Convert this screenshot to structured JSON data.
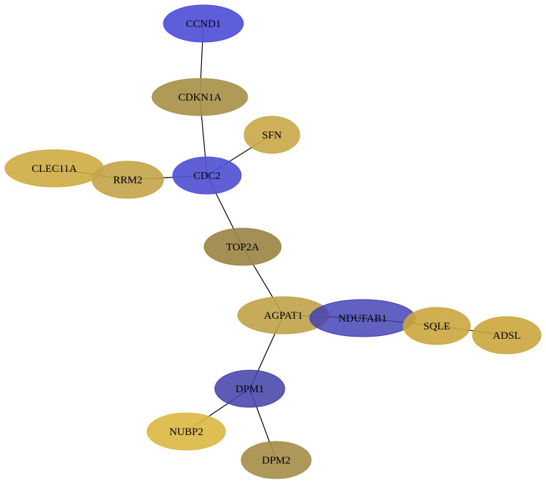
{
  "nodes": [
    {
      "id": "CCND1",
      "label": "CCND1",
      "color": "#5050d8",
      "opacity": 0.92
    },
    {
      "id": "CDKN1A",
      "label": "CDKN1A",
      "color": "#a8914a",
      "opacity": 0.92
    },
    {
      "id": "SFN",
      "label": "SFN",
      "color": "#c9a94a",
      "opacity": 0.92
    },
    {
      "id": "CLEC11A",
      "label": "CLEC11A",
      "color": "#cea93e",
      "opacity": 0.88
    },
    {
      "id": "RRM2",
      "label": "RRM2",
      "color": "#c4a448",
      "opacity": 0.9
    },
    {
      "id": "CDC2",
      "label": "CDC2",
      "color": "#5353d2",
      "opacity": 0.92
    },
    {
      "id": "TOP2A",
      "label": "TOP2A",
      "color": "#9c8646",
      "opacity": 0.92
    },
    {
      "id": "AGPAT1",
      "label": "AGPAT1",
      "color": "#c0a248",
      "opacity": 0.9
    },
    {
      "id": "NDUFAB1",
      "label": "NDUFAB1",
      "color": "#3e3eb4",
      "opacity": 0.82
    },
    {
      "id": "SQLE",
      "label": "SQLE",
      "color": "#cba63e",
      "opacity": 0.9
    },
    {
      "id": "ADSL",
      "label": "ADSL",
      "color": "#cba63e",
      "opacity": 0.9
    },
    {
      "id": "DPM1",
      "label": "DPM1",
      "color": "#4646aa",
      "opacity": 0.88
    },
    {
      "id": "NUBP2",
      "label": "NUBP2",
      "color": "#dcb845",
      "opacity": 0.92
    },
    {
      "id": "DPM2",
      "label": "DPM2",
      "color": "#a68f4c",
      "opacity": 0.92
    }
  ],
  "edges": [
    {
      "source": "CCND1",
      "target": "CDKN1A"
    },
    {
      "source": "CDKN1A",
      "target": "CDC2"
    },
    {
      "source": "SFN",
      "target": "CDC2"
    },
    {
      "source": "RRM2",
      "target": "CDC2"
    },
    {
      "source": "CLEC11A",
      "target": "RRM2"
    },
    {
      "source": "CDC2",
      "target": "TOP2A"
    },
    {
      "source": "TOP2A",
      "target": "AGPAT1"
    },
    {
      "source": "AGPAT1",
      "target": "NDUFAB1"
    },
    {
      "source": "NDUFAB1",
      "target": "SQLE"
    },
    {
      "source": "SQLE",
      "target": "ADSL"
    },
    {
      "source": "AGPAT1",
      "target": "DPM1"
    },
    {
      "source": "DPM1",
      "target": "NUBP2"
    },
    {
      "source": "DPM1",
      "target": "DPM2"
    }
  ]
}
